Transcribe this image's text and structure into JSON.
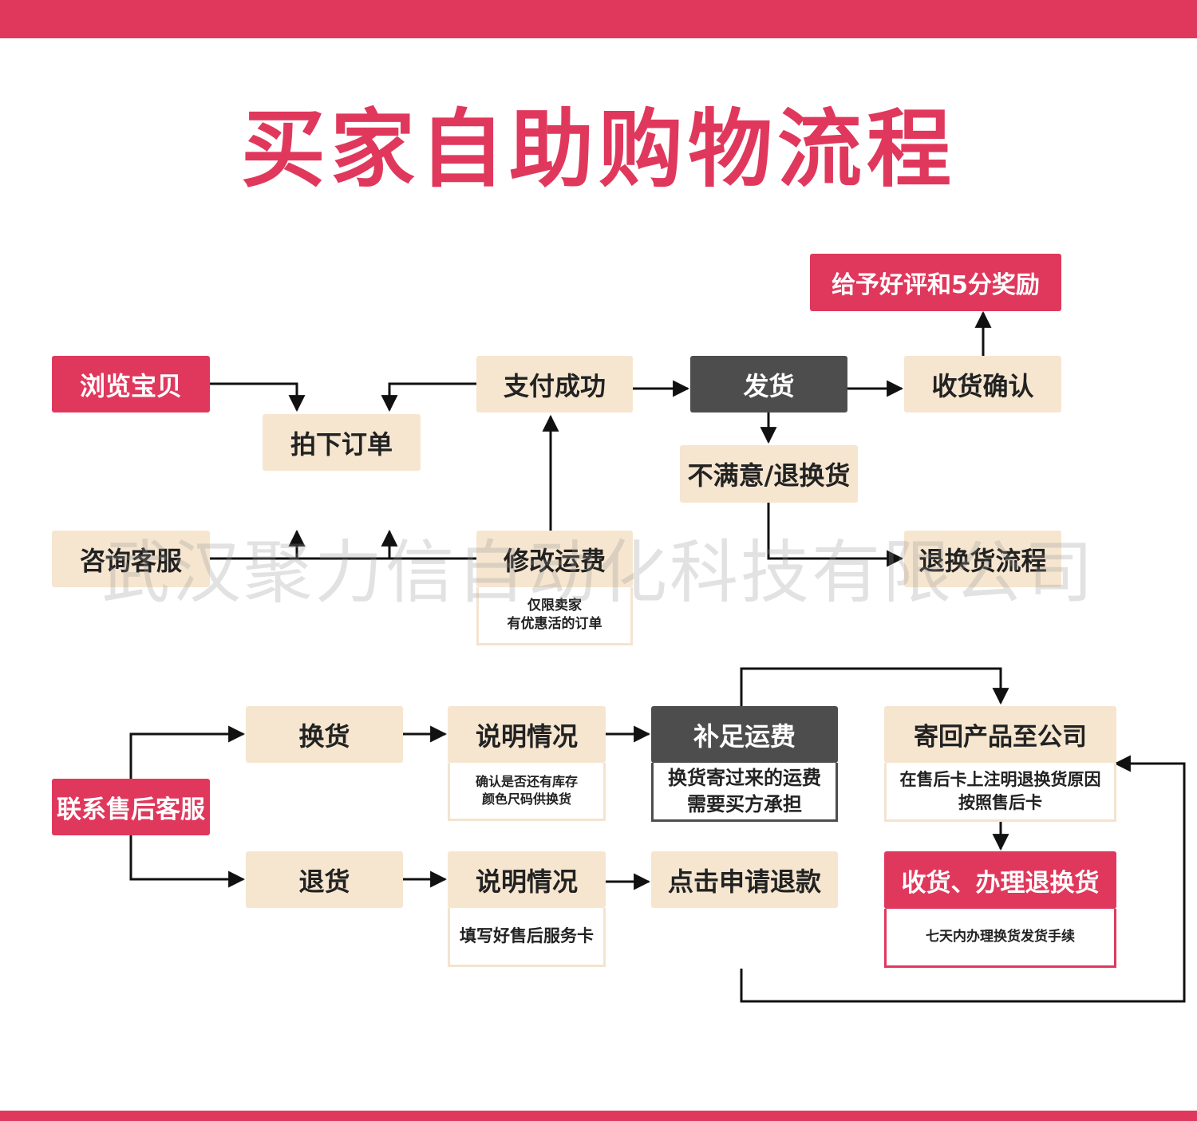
{
  "title": "买家自助购物流程",
  "watermark": "武汉聚力信自动化科技有限公司",
  "colors": {
    "accent": "#e0385c",
    "beige": "#f6e6d0",
    "dark": "#4d4d4d"
  },
  "nodes": {
    "browse": "浏览宝贝",
    "consult": "咨询客服",
    "place_order": "拍下订单",
    "pay_success": "支付成功",
    "modify_shipping": "修改运费",
    "modify_note": "仅限卖家\n有优惠活的订单",
    "ship": "发货",
    "confirm_receipt": "收货确认",
    "good_review": "给予好评和5分奖励",
    "unsatisfied": "不满意/退换货",
    "return_flow": "退换货流程",
    "contact_after_sales": "联系售后客服",
    "exchange": "换货",
    "explain_exchange": "说明情况",
    "explain_exchange_note": "确认是否还有库存\n颜色尺码供换货",
    "pay_extra_shipping": "补足运费",
    "pay_extra_note": "换货寄过来的运费\n需要买方承担",
    "send_back": "寄回产品至公司",
    "send_back_note": "在售后卡上注明退换货原因\n按照售后卡",
    "return": "退货",
    "explain_return": "说明情况",
    "explain_return_note": "填写好售后服务卡",
    "apply_refund": "点击申请退款",
    "receive_process": "收货、办理退换货",
    "receive_process_note": "七天内办理换货发货手续"
  }
}
